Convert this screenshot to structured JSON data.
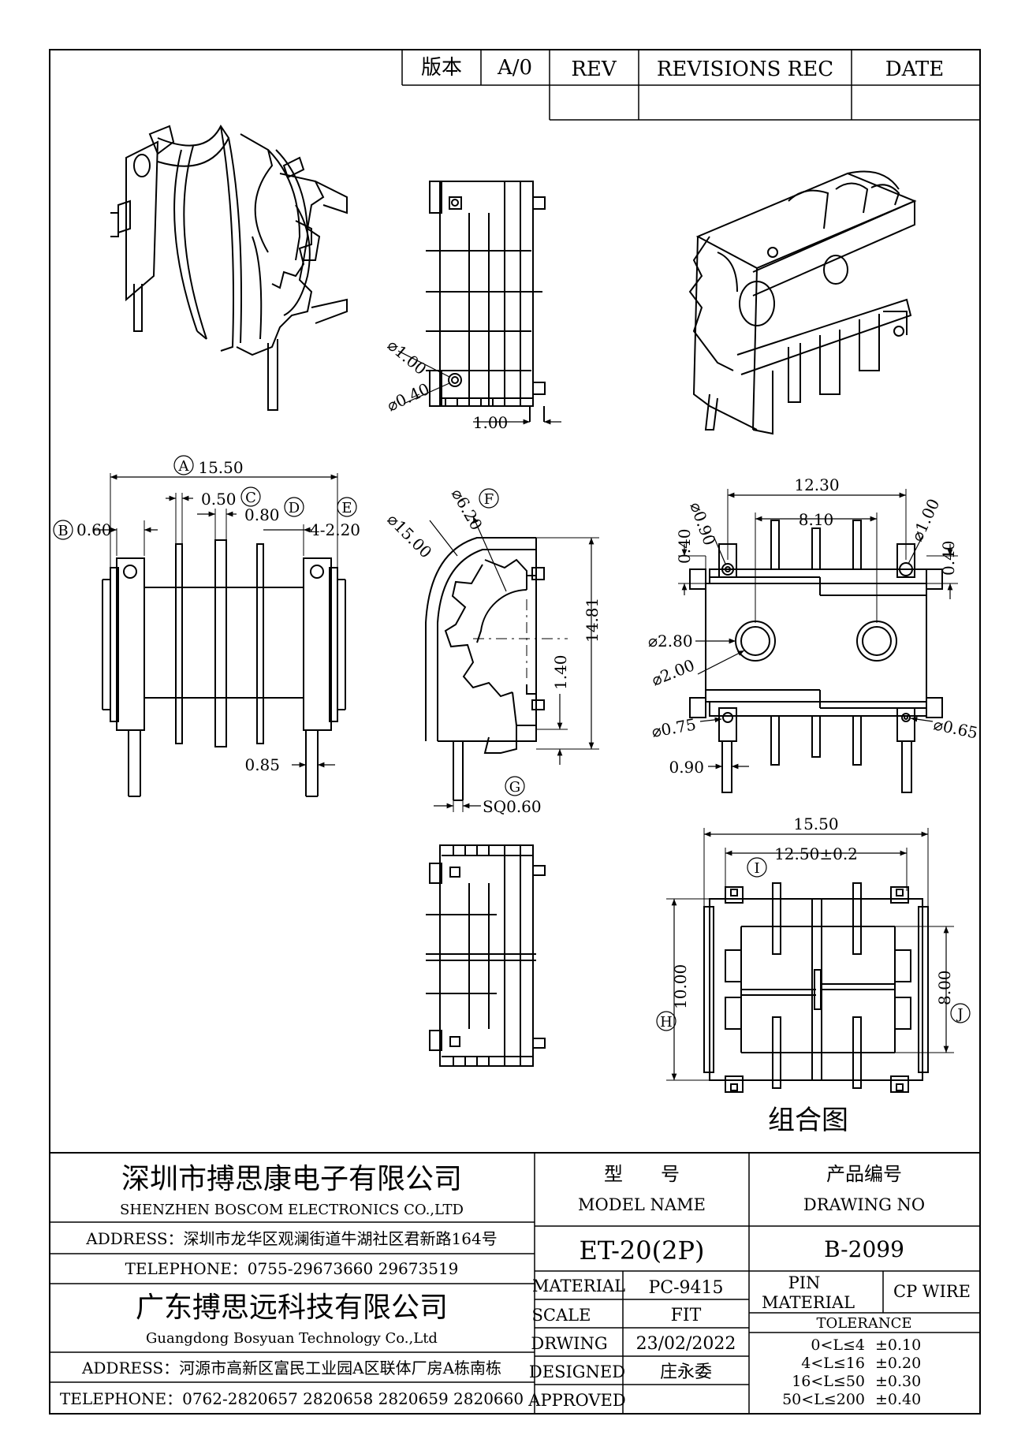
{
  "revision_block": {
    "version_label": "版本",
    "version_value": "A/0",
    "rev_label": "REV",
    "revisions_label": "REVISIONS REC",
    "date_label": "DATE"
  },
  "views": {
    "side_view": {
      "pin_hole_dia": "⌀1.00",
      "pin_dia": "⌀0.40",
      "offset": "1.00"
    },
    "front_view": {
      "overall_width": "15.50",
      "flange_thk": "0.60",
      "wall_1": "0.50",
      "wall_2": "0.80",
      "slot": "4-2.20",
      "pin_offset": "0.85",
      "label_a": "A",
      "label_b": "B",
      "label_c": "C",
      "label_d": "D",
      "label_e": "E"
    },
    "end_view": {
      "outer_dia": "⌀15.00",
      "gear_dia": "⌀6.20",
      "height": "14.81",
      "base_offset": "1.40",
      "pin_sq": "SQ0.60",
      "label_f": "F",
      "label_g": "G"
    },
    "top_view": {
      "pitch_outer": "12.30",
      "pitch_inner": "8.10",
      "hole_dia_1": "⌀0.90",
      "hole_dia_2": "⌀1.00",
      "margin_left": "0.40",
      "margin_right": "0.40",
      "boss_dia": "⌀2.80",
      "boss_hole": "⌀2.00",
      "pin_hole_left": "⌀0.75",
      "pin_hole_right": "⌀0.65",
      "pin_gap": "0.90"
    },
    "assembly_view": {
      "overall_width": "15.50",
      "pitch": "12.50±0.2",
      "height_outer": "10.00",
      "height_inner": "8.00",
      "label_h": "H",
      "label_i": "I",
      "label_j": "J",
      "caption": "组合图"
    }
  },
  "title_block": {
    "company_cn_1": "深圳市搏思康电子有限公司",
    "company_en_1": "SHENZHEN BOSCOM ELECTRONICS CO.,LTD",
    "address_1": "ADDRESS：深圳市龙华区观澜街道牛湖社区君新路164号",
    "telephone_1": "TELEPHONE：0755-29673660 29673519",
    "company_cn_2": "广东搏思远科技有限公司",
    "company_en_2": "Guangdong Bosyuan Technology Co.,Ltd",
    "address_2": "ADDRESS：河源市高新区富民工业园A区联体厂房A栋南栋",
    "telephone_2": "TELEPHONE：0762-2820657 2820658 2820659 2820660",
    "model_label_cn": "型　　号",
    "model_label_en": "MODEL NAME",
    "model_value": "ET-20(2P)",
    "drawing_label_cn": "产品编号",
    "drawing_label_en": "DRAWING NO",
    "drawing_value": "B-2099",
    "material_label": "MATERIAL",
    "material_value": "PC-9415",
    "scale_label": "SCALE",
    "scale_value": "FIT",
    "drawing_date_label": "DRWING",
    "drawing_date_value": "23/02/2022",
    "designed_label": "DESIGNED",
    "designed_value": "庄永委",
    "approved_label": "APPROVED",
    "approved_value": "",
    "pin_material_label_1": "PIN",
    "pin_material_label_2": "MATERIAL",
    "pin_material_value": "CP WIRE",
    "tolerance_label": "TOLERANCE",
    "tolerances": [
      {
        "range": "0<L≤4",
        "value": "±0.10"
      },
      {
        "range": "4<L≤16",
        "value": "±0.20"
      },
      {
        "range": "16<L≤50",
        "value": "±0.30"
      },
      {
        "range": "50<L≤200",
        "value": "±0.40"
      }
    ]
  }
}
